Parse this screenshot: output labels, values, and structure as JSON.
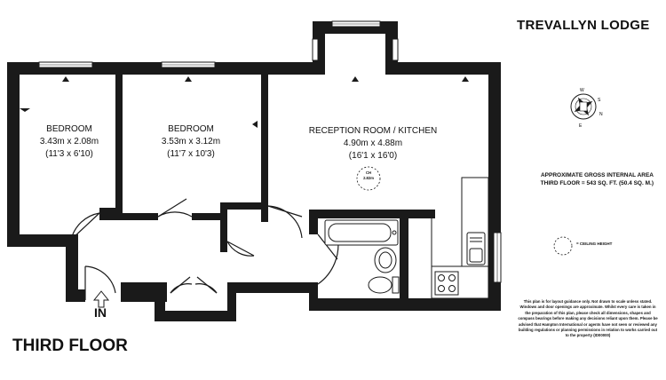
{
  "header": {
    "building_name": "TREVALLYN LODGE"
  },
  "floor_title": "THIRD FLOOR",
  "rooms": [
    {
      "name": "BEDROOM",
      "metric": "3.43m x 2.08m",
      "imperial": "(11'3 x 6'10)"
    },
    {
      "name": "BEDROOM",
      "metric": "3.53m x 3.12m",
      "imperial": "(11'7 x 10'3)"
    },
    {
      "name": "RECEPTION ROOM / KITCHEN",
      "metric": "4.90m x 4.88m",
      "imperial": "(16'1 x 16'0)"
    }
  ],
  "area": {
    "line1": "APPROXIMATE GROSS INTERNAL AREA",
    "line2": "THIRD FLOOR = 543 SQ. FT. (50.4 SQ. M.)"
  },
  "legend": {
    "ceiling_height": "= CEILING HEIGHT"
  },
  "ceiling_height_marker": {
    "line1": "CH",
    "line2": "2.82m"
  },
  "entrance": {
    "label": "IN"
  },
  "compass": {
    "n": "N",
    "e": "E",
    "s": "S",
    "w": "W"
  },
  "disclaimer": "This plan is for layout guidance only. Not drawn to scale unless stated. Windows and door openings are approximate. Whilst every care is taken in the preparation of this plan, please check all dimensions, shapes and compass bearings before making any decisions reliant upon them. Please be advised that Hampton International or agents have not seen or reviewed any building regulations or planning permissions in relation to works carried out to the property (ID00000)",
  "colors": {
    "wall": "#1a1a1a",
    "line": "#222222",
    "fixture_fill": "#ffffff",
    "grey": "#bfbfbf"
  }
}
